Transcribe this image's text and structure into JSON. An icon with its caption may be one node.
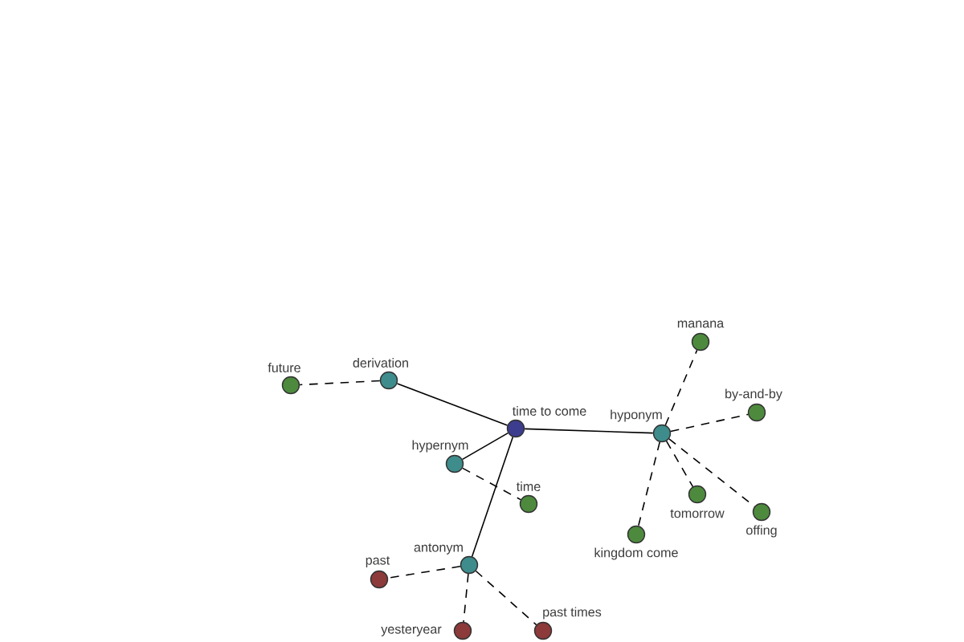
{
  "diagram": {
    "nodes": [
      {
        "text": [
          "time to come"
        ]
      },
      {
        "text": [
          "derivation"
        ]
      },
      {
        "text": [
          "future"
        ]
      },
      {
        "text": [
          "hypernym"
        ]
      },
      {
        "text": [
          "time"
        ]
      },
      {
        "text": [
          "hyponym"
        ]
      },
      {
        "text": [
          "manana"
        ]
      },
      {
        "text": [
          "by-and-by"
        ]
      },
      {
        "text": [
          "tomorrow"
        ]
      },
      {
        "text": [
          "offing"
        ]
      },
      {
        "text": [
          "kingdom come"
        ]
      },
      {
        "text": [
          "antonym"
        ]
      },
      {
        "text": [
          "past"
        ]
      },
      {
        "text": [
          "past times"
        ]
      },
      {
        "text": [
          "yesteryear"
        ]
      }
    ],
    "edges": [
      {
        "from": 0,
        "to": 1,
        "arrow": "none"
      },
      {
        "from": 1,
        "to": 2,
        "arrow": "none",
        "style": "dashed"
      },
      {
        "from": 0,
        "to": 3,
        "arrow": "none"
      },
      {
        "from": 3,
        "to": 4,
        "arrow": "none",
        "style": "dashed"
      },
      {
        "from": 0,
        "to": 5,
        "arrow": "none"
      },
      {
        "from": 5,
        "to": 6,
        "arrow": "none",
        "style": "dashed"
      },
      {
        "from": 5,
        "to": 7,
        "arrow": "none",
        "style": "dashed"
      },
      {
        "from": 5,
        "to": 8,
        "arrow": "none",
        "style": "dashed"
      },
      {
        "from": 5,
        "to": 9,
        "arrow": "none",
        "style": "dashed"
      },
      {
        "from": 5,
        "to": 10,
        "arrow": "none",
        "style": "dashed"
      },
      {
        "from": 0,
        "to": 11,
        "arrow": "none"
      },
      {
        "from": 11,
        "to": 12,
        "arrow": "none",
        "style": "dashed"
      },
      {
        "from": 11,
        "to": 13,
        "arrow": "none",
        "style": "dashed"
      },
      {
        "from": 11,
        "to": 14,
        "arrow": "none",
        "style": "dashed"
      }
    ]
  }
}
